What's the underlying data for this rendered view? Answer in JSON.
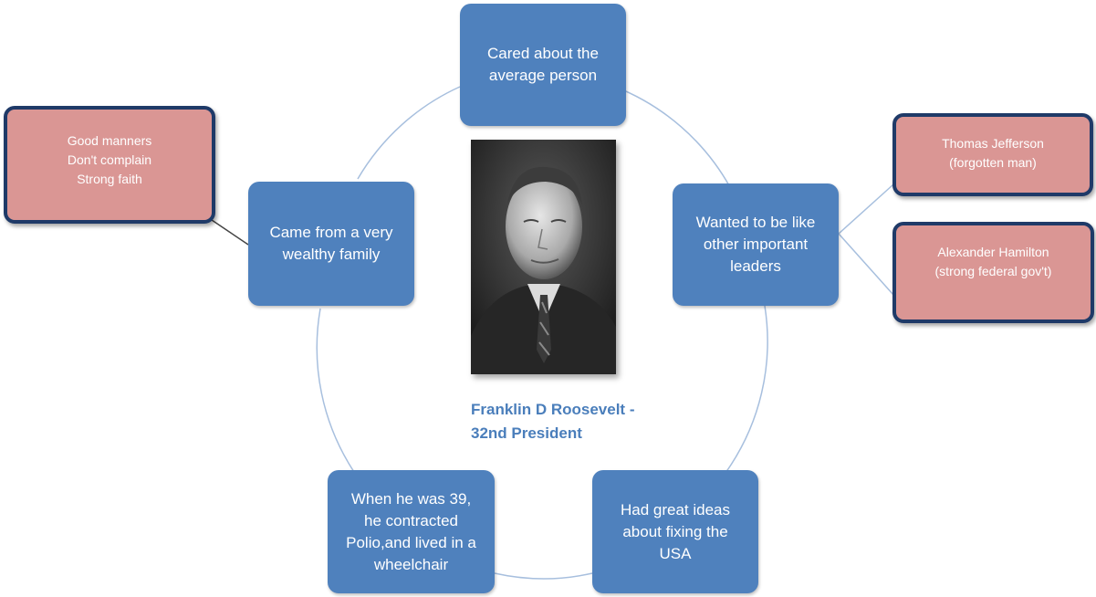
{
  "center": {
    "caption": "Franklin D Roosevelt -\n32nd President",
    "photo": "portrait-photo"
  },
  "nodes": {
    "top": "Cared about the\naverage person",
    "right": "Wanted to be like\nother important\nleaders",
    "bottom_right": "Had great ideas\nabout fixing the\nUSA",
    "bottom_left": "When he was 39,\nhe contracted\nPolio,and lived in a\nwheelchair",
    "left": "Came from a very\nwealthy family"
  },
  "details": {
    "manners": "Good manners\nDon't complain\nStrong faith",
    "jefferson": "Thomas Jefferson\n(forgotten man)",
    "hamilton": "Alexander Hamilton\n(strong federal gov't)"
  },
  "colors": {
    "blue_node": "#4f81bd",
    "pink_node": "#da9694",
    "pink_border": "#1f3a68",
    "cycle_line": "#a7bfde",
    "caption": "#4a7ebb"
  }
}
